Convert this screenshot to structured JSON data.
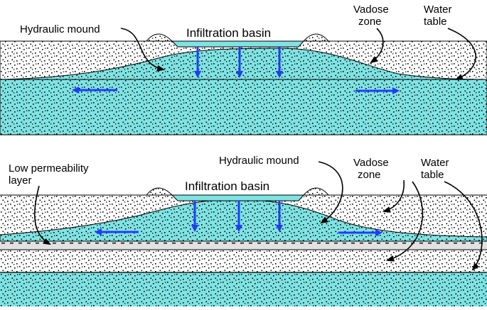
{
  "colors": {
    "water": "#7fe3e3",
    "arrow": "#1f3cff",
    "sand_bg": "#ffffff",
    "dots": "#000000",
    "low_perm_layer": "#e2e2e2",
    "outline": "#000000"
  },
  "icons": {
    "infiltration_arrow": "arrow-down-icon",
    "lateral_flow_left": "arrow-left-icon",
    "lateral_flow_right": "arrow-right-icon"
  },
  "top_panel": {
    "basin_label": "Infiltration basin",
    "mound_label": "Hydraulic mound",
    "vadose_label_line1": "Vadose",
    "vadose_label_line2": "zone",
    "watertable_label_line1": "Water",
    "watertable_label_line2": "table"
  },
  "bottom_panel": {
    "basin_label": "Infiltration basin",
    "mound_label": "Hydraulic mound",
    "lowperm_label_line1": "Low permeability",
    "lowperm_label_line2": "layer",
    "vadose_label_line1": "Vadose",
    "vadose_label_line2": "zone",
    "watertable_label_line1": "Water",
    "watertable_label_line2": "table"
  }
}
